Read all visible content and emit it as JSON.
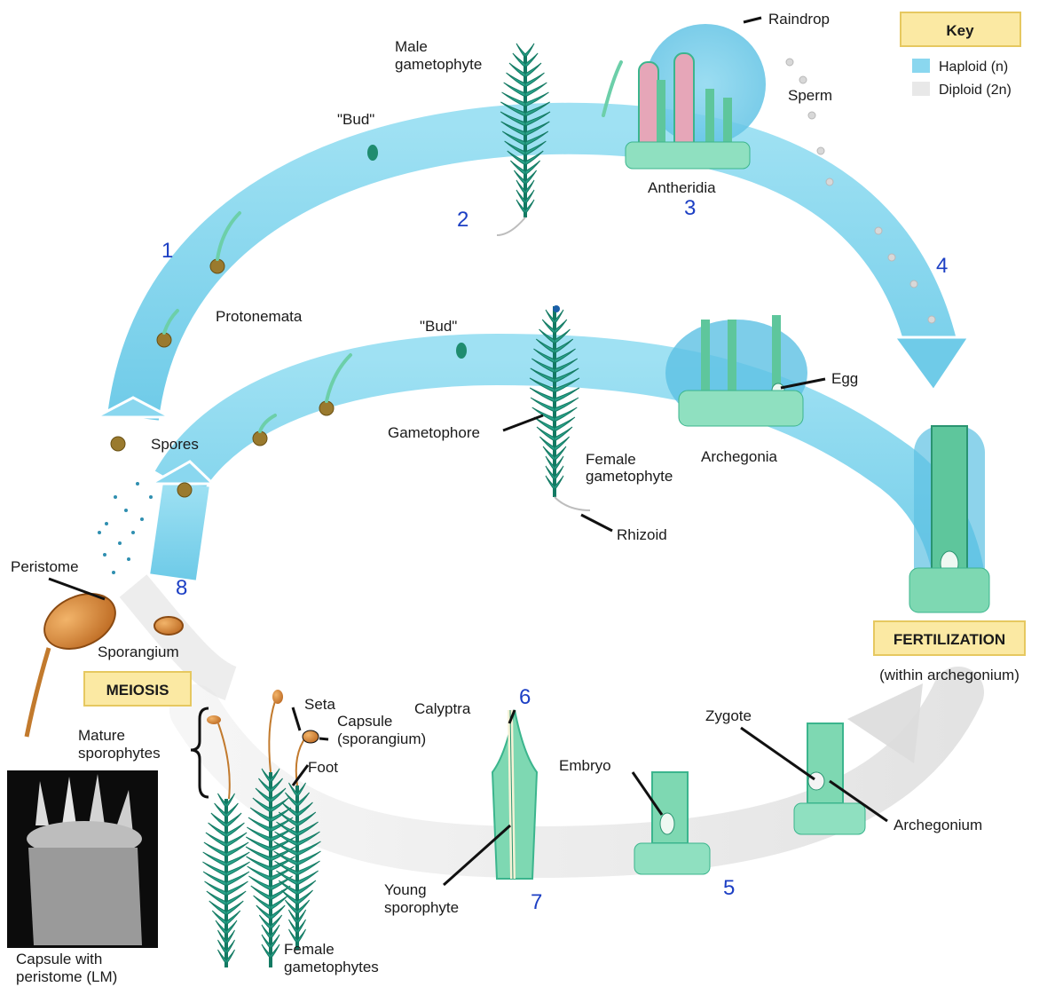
{
  "colors": {
    "haploid": "#8ad7ef",
    "diploid": "#e8e8e8",
    "step_number": "#1c3fc4",
    "box_fill": "#fbe9a3",
    "plant_green": "#2aa28a",
    "capsule_orange": "#d9812a"
  },
  "key": {
    "title": "Key",
    "haploid": "Haploid (n)",
    "diploid": "Diploid (2n)"
  },
  "stages": {
    "meiosis": "MEIOSIS",
    "fertilization": "FERTILIZATION",
    "fertilization_sub": "(within archegonium)"
  },
  "steps": [
    "1",
    "2",
    "3",
    "4",
    "5",
    "6",
    "7",
    "8"
  ],
  "labels": {
    "raindrop": "Raindrop",
    "sperm": "Sperm",
    "male_gametophyte": [
      "Male",
      "gametophyte"
    ],
    "bud_upper": "\"Bud\"",
    "bud_lower": "\"Bud\"",
    "antheridia": "Antheridia",
    "protonemata": "Protonemata",
    "egg": "Egg",
    "gametophore": "Gametophore",
    "female_gametophyte": [
      "Female",
      "gametophyte"
    ],
    "archegonia": "Archegonia",
    "spores": "Spores",
    "rhizoid": "Rhizoid",
    "peristome": "Peristome",
    "sporangium": "Sporangium",
    "seta": "Seta",
    "capsule": [
      "Capsule",
      "(sporangium)"
    ],
    "calyptra": "Calyptra",
    "zygote": "Zygote",
    "mature_sporophytes": [
      "Mature",
      "sporophytes"
    ],
    "foot": "Foot",
    "embryo": "Embryo",
    "archegonium": "Archegonium",
    "young_sporophyte": [
      "Young",
      "sporophyte"
    ],
    "female_gametophytes": [
      "Female",
      "gametophytes"
    ],
    "capsule_lm": [
      "Capsule with",
      "peristome (LM)"
    ]
  }
}
